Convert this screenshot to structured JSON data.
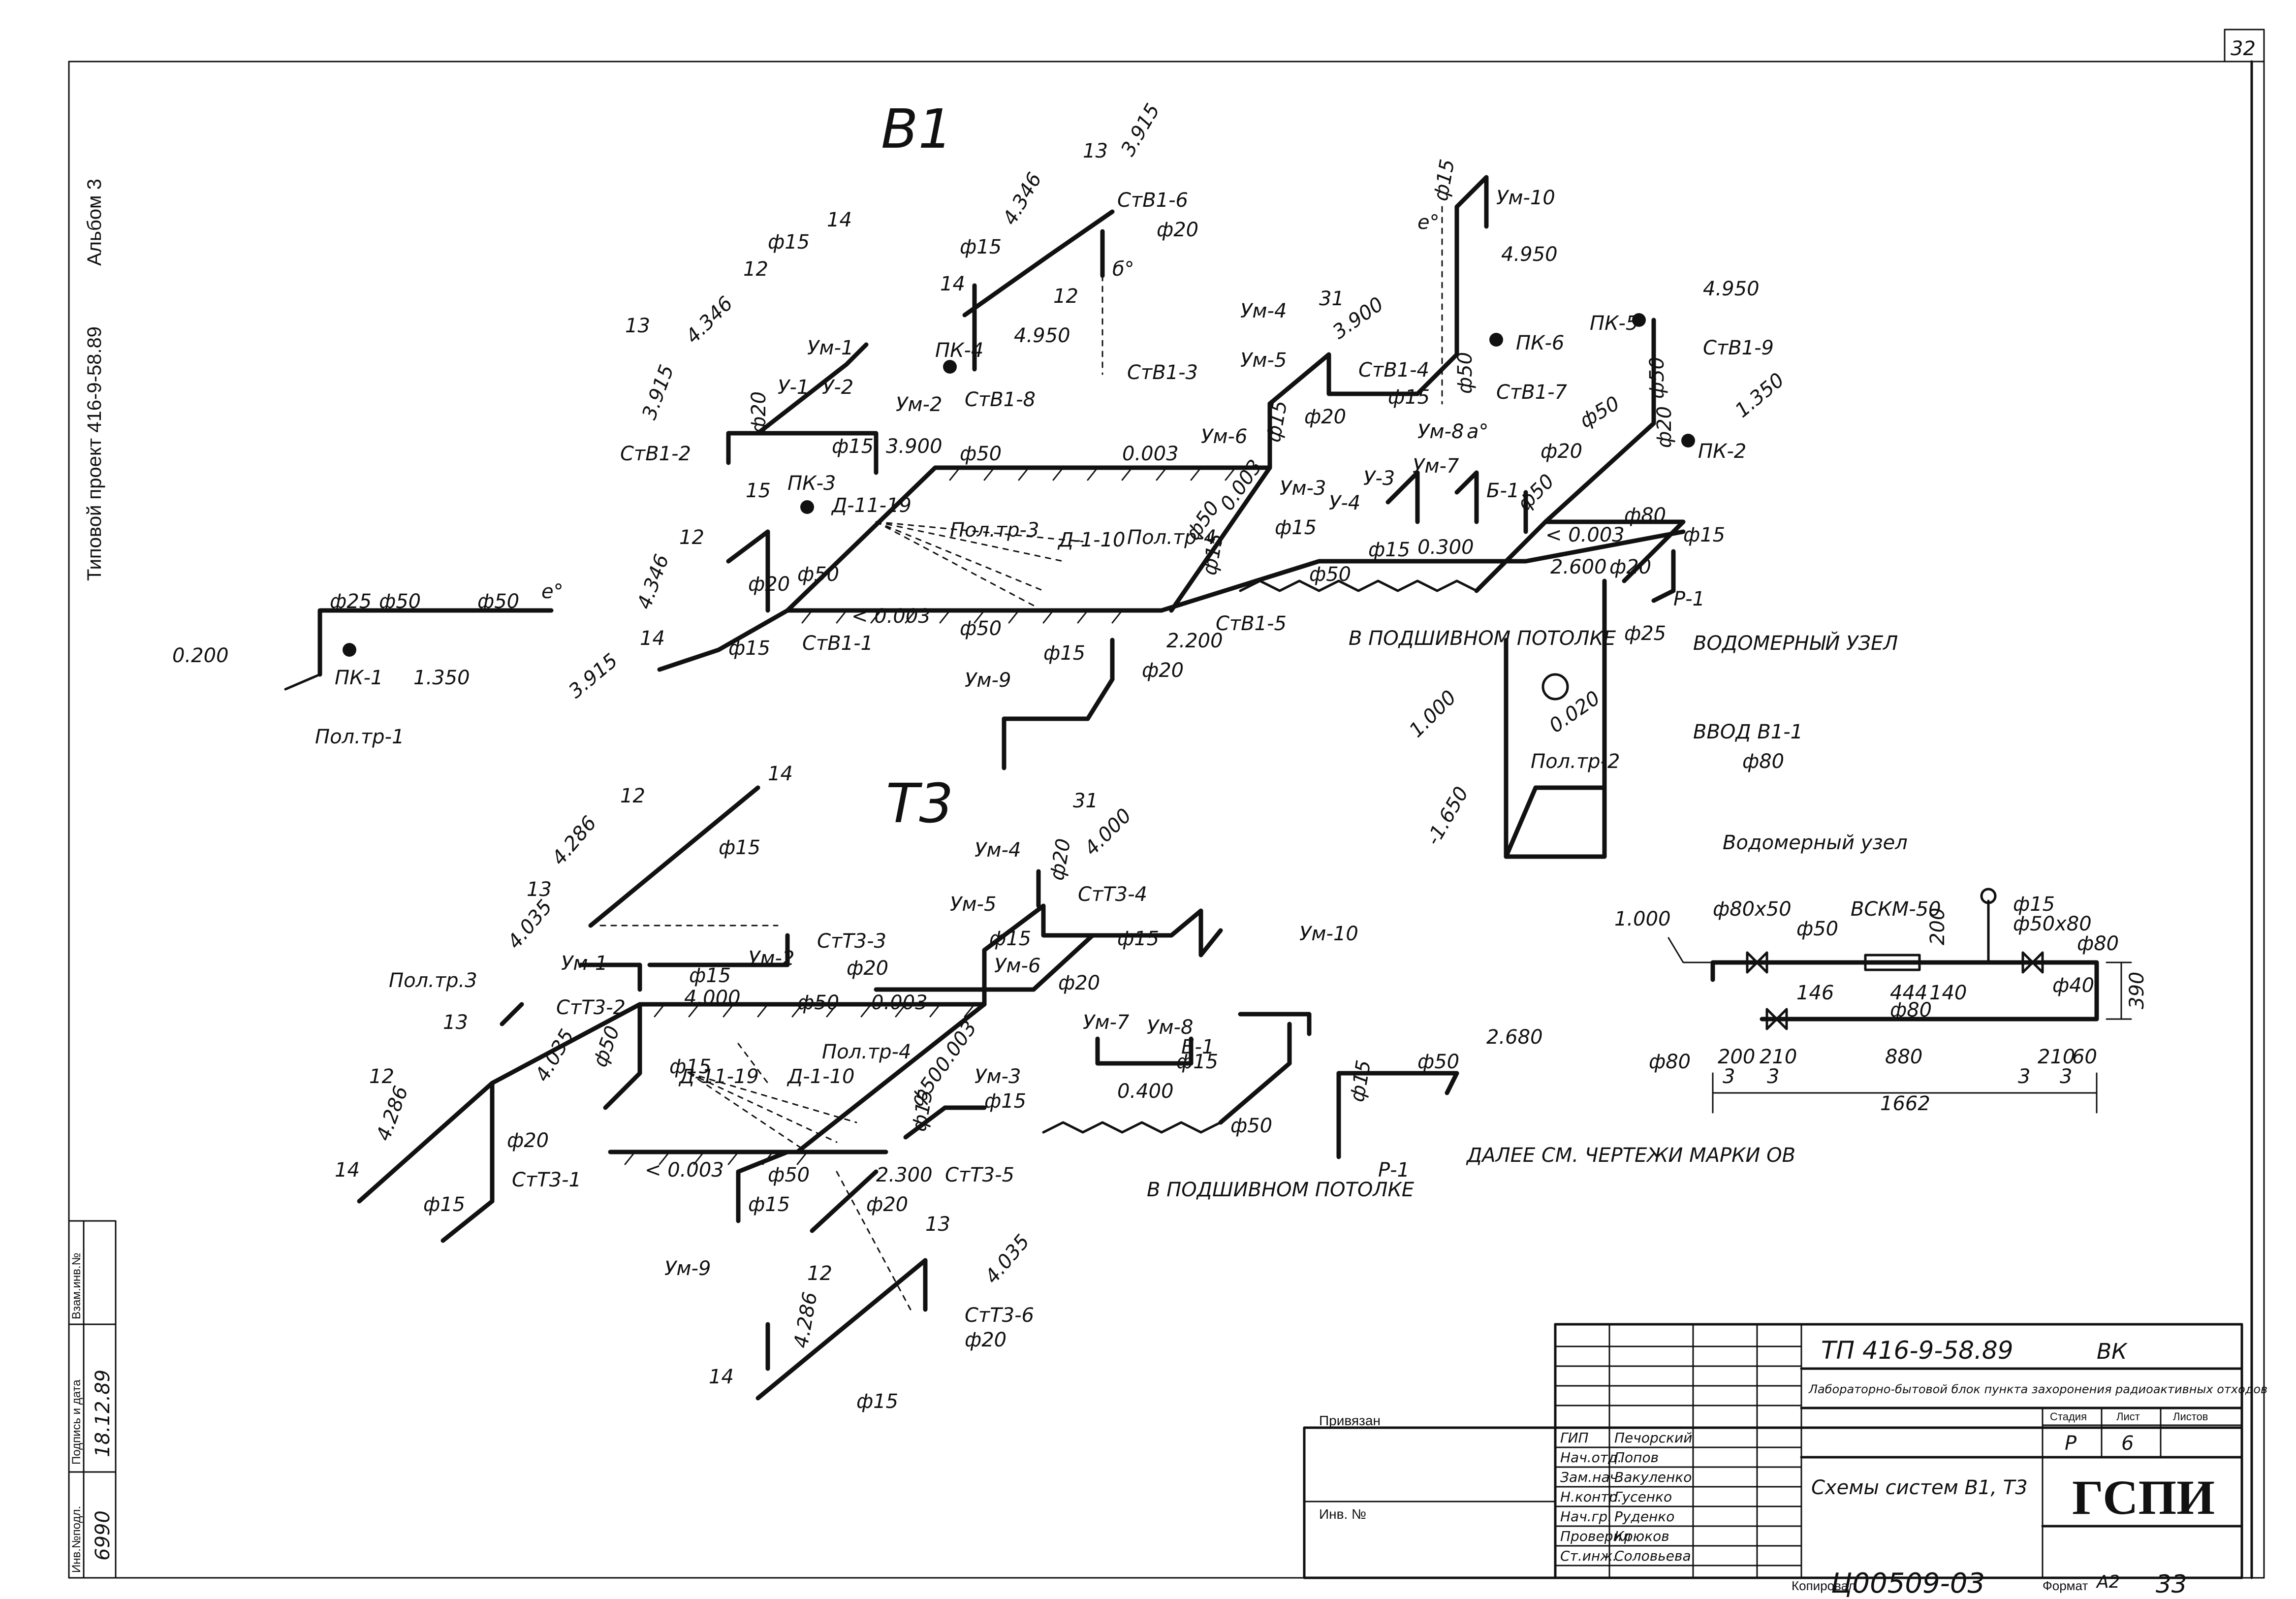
{
  "sheet": {
    "page_number": "32",
    "side_project": "Типовой проект  416-9-58.89",
    "side_album": "Альбом 3",
    "bottom_stamp": "Ц00509-03",
    "bottom_page": "33"
  },
  "schemes": {
    "b1_title": "В1",
    "t3_title": "Т3",
    "meter_title": "Водомерный  узел"
  },
  "labels": {
    "b1": {
      "pk1": "ПК-1",
      "pk2": "ПК-2",
      "pk3": "ПК-3",
      "pk4": "ПК-4",
      "pk5": "ПК-5",
      "pk6": "ПК-6",
      "stb1_1": "СтВ1-1",
      "stb1_2": "СтВ1-2",
      "stb1_3": "СтВ1-3",
      "stb1_4": "СтВ1-4",
      "stb1_5": "СтВ1-5",
      "stb1_6": "СтВ1-6",
      "stb1_7": "СтВ1-7",
      "stb1_8": "СтВ1-8",
      "stb1_9": "СтВ1-9",
      "um1": "Ум-1",
      "um2": "Ум-2",
      "um3": "Ум-3",
      "um4": "Ум-4",
      "um5": "Ум-5",
      "um6": "Ум-6",
      "um7": "Ум-7",
      "um8": "Ум-8",
      "um9": "Ум-9",
      "um10": "Ум-10",
      "u1": "У-1",
      "u2": "У-2",
      "u3": "У-3",
      "u4": "У-4",
      "b1v": "Б-1",
      "r1": "Р-1",
      "d11_19": "Д-11-19",
      "d1_10": "Д-1-10",
      "poltr3": "Пол.тр-3",
      "poltr4": "Пол.тр-4",
      "poltr1": "Пол.тр-1",
      "poltr2": "Пол.тр-2",
      "ceiling": "В ПОДШИВНОМ\nПОТОЛКЕ",
      "meter_node": "ВОДОМЕРНЫЙ\nУЗЕЛ",
      "inlet": "ВВОД В1-1",
      "inlet_d": "ф80",
      "d50": "ф50",
      "d15": "ф15",
      "d20": "ф20",
      "d25": "ф25",
      "d80": "ф80",
      "slope": "0.003",
      "slope2": "< 0.003",
      "e_0200": "0.200",
      "e_1350": "1.350",
      "e_3915": "3.915",
      "e_4346": "4.346",
      "e_4950": "4.950",
      "e_3900": "3.900",
      "e_2200": "2.200",
      "e_0300": "0.300",
      "e_2600": "2.600",
      "e_1350b": "1.350",
      "e_1000": "1.000",
      "e_0020": "0.020",
      "e_m1650": "-1.650",
      "n12": "12",
      "n13": "13",
      "n14": "14",
      "n15": "15",
      "n31": "31",
      "pt_e": "е°",
      "pt_b": "б°",
      "pt_a": "а°"
    },
    "t3": {
      "stt3_1": "СтТ3-1",
      "stt3_2": "СтТ3-2",
      "stt3_3": "СтТ3-3",
      "stt3_4": "СтТ3-4",
      "stt3_5": "СтТ3-5",
      "stt3_6": "СтТ3-6",
      "um1": "Ум-1",
      "um2": "Ум-2",
      "um3": "Ум-3",
      "um4": "Ум-4",
      "um5": "Ум-5",
      "um6": "Ум-6",
      "um7": "Ум-7",
      "um8": "Ум-8",
      "um9": "Ум-9",
      "um10": "Ум-10",
      "b1v": "Б-1",
      "r1": "Р-1",
      "d11_19": "Д-11-19",
      "d1_10": "Д-1-10",
      "poltr3": "Пол.тр.3",
      "poltr4": "Пол.тр-4",
      "ceiling": "В ПОДШИВНОМ\nПОТОЛКЕ",
      "further": "ДАЛЕЕ СМ. ЧЕРТЕЖИ\nМАРКИ ОВ",
      "e_4286": "4.286",
      "e_4035": "4.035",
      "e_4000": "4.000",
      "e_2680": "2.680",
      "e_2300": "2.300",
      "e_0400": "0.400",
      "slope": "0.003",
      "slope2": "< 0.003",
      "d50": "ф50",
      "d15": "ф15",
      "d20": "ф20",
      "n12": "12",
      "n13": "13",
      "n14": "14",
      "n31": "31"
    },
    "meter": {
      "e_1000": "1.000",
      "d80x50": "ф80х50",
      "d50": "ф50",
      "bskm": "ВСКМ-50",
      "d15": "ф15",
      "d50x80": "ф50х80",
      "d80": "ф80",
      "d40": "ф40",
      "dim_200": "200",
      "dim_146": "146",
      "dim_444": "444",
      "dim_140": "140",
      "dim_390": "390",
      "dim_200b": "200",
      "dim_210": "210",
      "dim_880": "880",
      "dim_210b": "210",
      "dim_60": "60",
      "dim_1662": "1662",
      "dim_3": "3"
    }
  },
  "title_block": {
    "doc_code": "ТП  416-9-58.89",
    "mark": "ВК",
    "object": "Лабораторно-бытовой блок пункта захоронения радиоактивных отходов",
    "sheet_title": "Схемы систем В1, Т3",
    "stage_label": "Стадия",
    "sheet_label": "Лист",
    "sheets_label": "Листов",
    "stage": "Р",
    "sheet": "6",
    "org": "ГСПИ",
    "privyazan": "Привязан",
    "inv_no": "Инв. №",
    "copied": "Копировал",
    "format_label": "Формат",
    "format": "А2",
    "roles": [
      "ГИП",
      "Нач.отд.",
      "Зам.нач.",
      "Н.контр.",
      "Нач.гр.",
      "Проверил",
      "Ст.инж."
    ],
    "names": [
      "Печорский",
      "Попов",
      "Вакуленко",
      "Гусенко",
      "Руденко",
      "Крюков",
      "Соловьева"
    ],
    "side_stamp_cols": [
      "Инв.№подл.",
      "Подпись и дата",
      "Взам.инв.№"
    ],
    "side_inv": "6990",
    "side_date": "18.12.89"
  }
}
